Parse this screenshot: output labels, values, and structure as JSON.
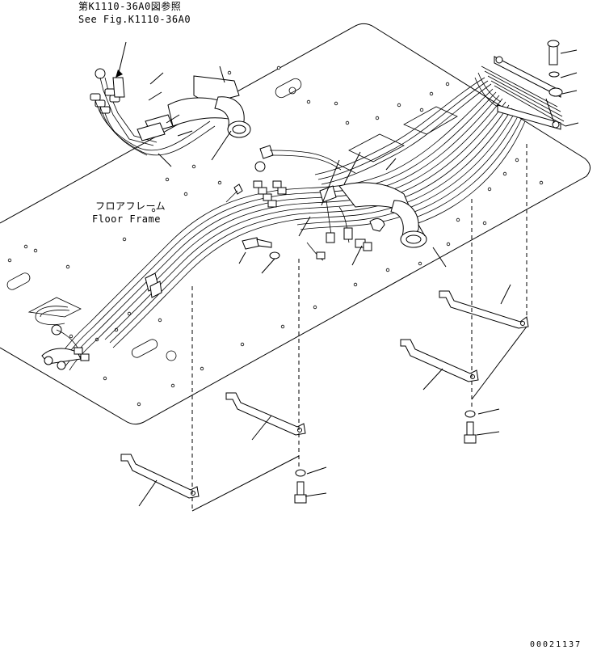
{
  "reference": {
    "line_ja": "第K1110-36A0図参照",
    "line_en": "See Fig.K1110-36A0"
  },
  "floor_frame": {
    "label_ja": "フロアフレーム",
    "label_en": "Floor Frame"
  },
  "drawing_code": "00021137"
}
